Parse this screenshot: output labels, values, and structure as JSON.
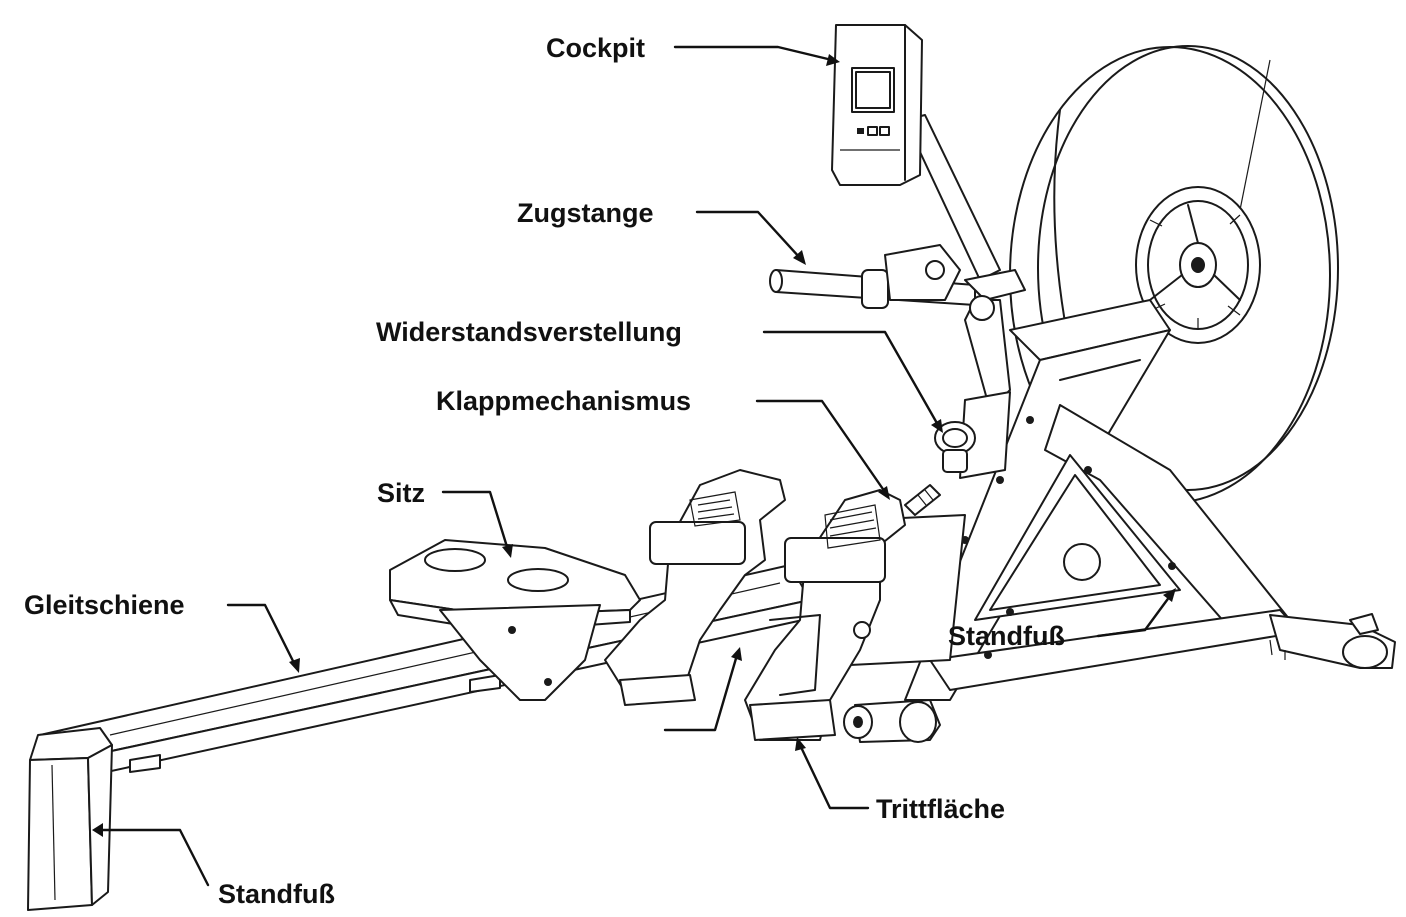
{
  "labels": {
    "cockpit": "Cockpit",
    "zugstange": "Zugstange",
    "widerstandsverstellung": "Widerstandsverstellung",
    "klappmechanismus": "Klappmechanismus",
    "sitz": "Sitz",
    "gleitschiene": "Gleitschiene",
    "standfuss_rear": "Standfuß",
    "standfuss_front": "Standfuß",
    "trittflaeche": "Trittfläche"
  }
}
